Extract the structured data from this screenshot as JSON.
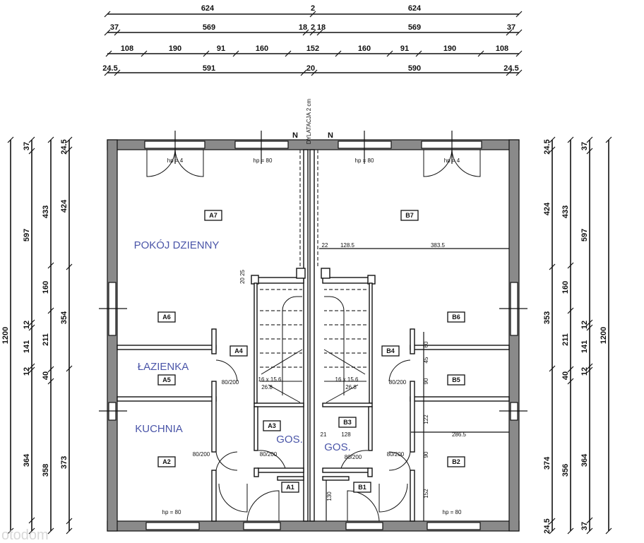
{
  "top_dimensions": {
    "row1": [
      "624",
      "2",
      "624"
    ],
    "row2": [
      "37",
      "569",
      "18",
      "2",
      "18",
      "569",
      "37"
    ],
    "row3": [
      "108",
      "190",
      "91",
      "160",
      "152",
      "160",
      "91",
      "190",
      "108"
    ],
    "row4": [
      "24.5",
      "591",
      "20",
      "590",
      "24.5"
    ]
  },
  "left_dimensions": {
    "total": "1200",
    "row2": [
      "37",
      "597",
      "12",
      "141",
      "12",
      "364"
    ],
    "row3": [
      "433",
      "160",
      "211",
      "40",
      "358"
    ],
    "row4": [
      "24.5",
      "424",
      "354",
      "373"
    ]
  },
  "right_dimensions": {
    "row1": [
      "24.5",
      "424",
      "353",
      "374",
      "24.5"
    ],
    "row2": [
      "433",
      "160",
      "211",
      "40",
      "356"
    ],
    "row3": [
      "37",
      "597",
      "12",
      "141",
      "12",
      "364",
      "37"
    ],
    "total": "1200"
  },
  "expansion_joint": "DYLATACJA 2 cm",
  "joint_markers": [
    "N",
    "N"
  ],
  "windows": {
    "top": [
      "hp = 4",
      "hp = 80",
      "hp = 80",
      "hp = 4"
    ],
    "bottom": [
      "hp = 80",
      "hp = 80"
    ]
  },
  "room_names": {
    "living": "POKÓJ DZIENNY",
    "bathroom": "ŁAZIENKA",
    "kitchen": "KUCHNIA",
    "guest_left": "GOS.",
    "guest_right": "GOS."
  },
  "room_tags": {
    "A7": "A7",
    "A6": "A6",
    "A5": "A5",
    "A4": "A4",
    "A3": "A3",
    "A2": "A2",
    "A1": "A1",
    "B7": "B7",
    "B6": "B6",
    "B5": "B5",
    "B4": "B4",
    "B3": "B3",
    "B2": "B2",
    "B1": "B1"
  },
  "interior_dimensions": {
    "d22": "22",
    "d128_5": "128.5",
    "d383_5": "383.5",
    "d60": "60",
    "d45": "45",
    "d90a": "90",
    "d122": "122",
    "d286_5": "286.5",
    "d90b": "90",
    "d152": "152",
    "d130": "130",
    "d21": "21",
    "d128": "128",
    "d20_25": "20 25"
  },
  "doors": [
    "80/200",
    "80/200",
    "80/200",
    "80/200",
    "80/200",
    "80/200"
  ],
  "stairs": {
    "left_steps": "16 x 15.6",
    "left_tread": "26.8",
    "right_steps": "16 x 15.6",
    "right_tread": "26.8"
  },
  "watermark": "otodom"
}
